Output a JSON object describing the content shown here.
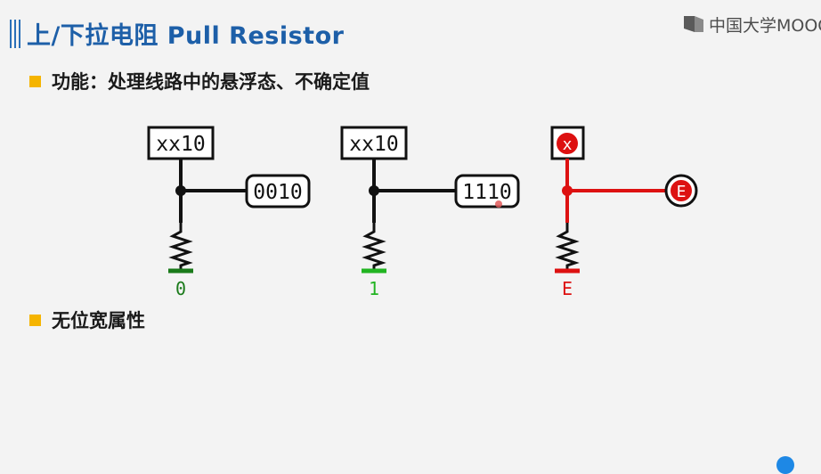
{
  "header": {
    "title": "上/下拉电阻 Pull Resistor",
    "logo_text": "中国大学MOOC"
  },
  "bullets": [
    {
      "text": "功能：处理线路中的悬浮态、不确定值"
    },
    {
      "text": "无位宽属性"
    }
  ],
  "circuits": [
    {
      "source": "xx10",
      "result": "0010",
      "pull": "0",
      "color": "#1a7a1a",
      "label_color": "#1a7a1a"
    },
    {
      "source": "xx10",
      "result": "1110",
      "pull": "1",
      "color": "#22b422",
      "label_color": "#22b422"
    },
    {
      "source": "x",
      "result": "E",
      "pull": "E",
      "color": "#dd1111",
      "label_color": "#dd1111"
    }
  ],
  "colors": {
    "title": "#1d5fa8",
    "bullet": "#f5b400",
    "wire": "#111111",
    "error": "#dd1111"
  }
}
